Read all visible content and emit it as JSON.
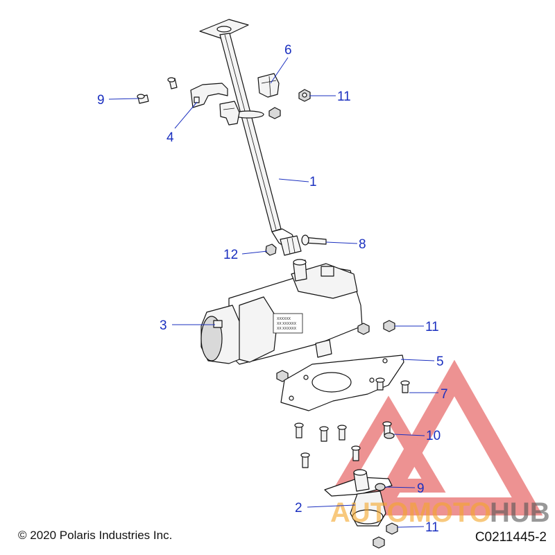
{
  "callouts": {
    "c1": "1",
    "c2": "2",
    "c3": "3",
    "c4": "4",
    "c5": "5",
    "c6": "6",
    "c7": "7",
    "c8": "8",
    "c9a": "9",
    "c9b": "9",
    "c10": "10",
    "c11a": "11",
    "c11b": "11",
    "c11c": "11",
    "c12": "12"
  },
  "label_plate": {
    "line1": "XXXXXX",
    "line2": "XX XXXXXX",
    "line3": "XX XXXXXX"
  },
  "footer": {
    "copyright": "© 2020 Polaris Industries Inc.",
    "diagram_id": "C0211445-2"
  },
  "watermark": {
    "text_auto": "AUTOMOTO",
    "text_hub": "HUB",
    "color_red": "#e03a3a",
    "color_orange": "#f4a62a",
    "color_gray": "#555555"
  },
  "colors": {
    "callout": "#1a2fbf"
  }
}
